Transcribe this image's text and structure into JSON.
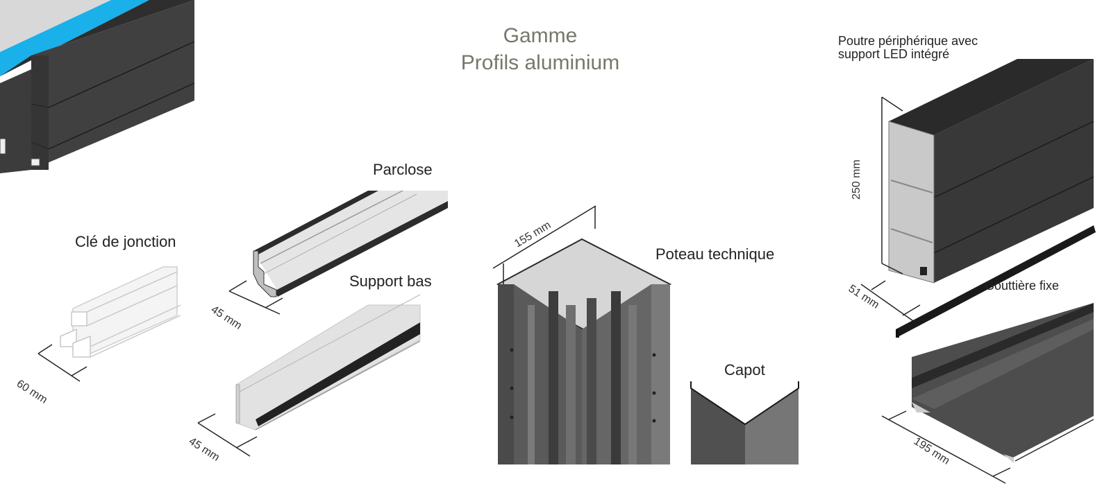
{
  "title": {
    "line1": "Gamme",
    "line2": "Profils aluminium"
  },
  "colors": {
    "title": "#77776a",
    "profile_dark": "#3a3a3a",
    "profile_mid": "#555555",
    "aluminium": "#d9d9d9",
    "glass_blue": "#1ab0ea"
  },
  "products": [
    {
      "id": "cle-de-jonction",
      "label": "Clé de jonction",
      "dimension": "60 mm"
    },
    {
      "id": "parclose",
      "label": "Parclose",
      "dimension": "45 mm"
    },
    {
      "id": "support-bas",
      "label": "Support bas",
      "dimension": "45 mm"
    },
    {
      "id": "poteau-technique",
      "label": "Poteau technique",
      "dimension": "155 mm"
    },
    {
      "id": "capot",
      "label": "Capot",
      "dimension": ""
    },
    {
      "id": "poutre-peripherique",
      "label_line1": "Poutre périphérique avec",
      "label_line2": "support LED intégré",
      "dimension_height": "250 mm",
      "dimension_width": "51 mm"
    },
    {
      "id": "gouttiere-fixe",
      "label": "Gouttière fixe",
      "dimension": "195 mm"
    }
  ]
}
